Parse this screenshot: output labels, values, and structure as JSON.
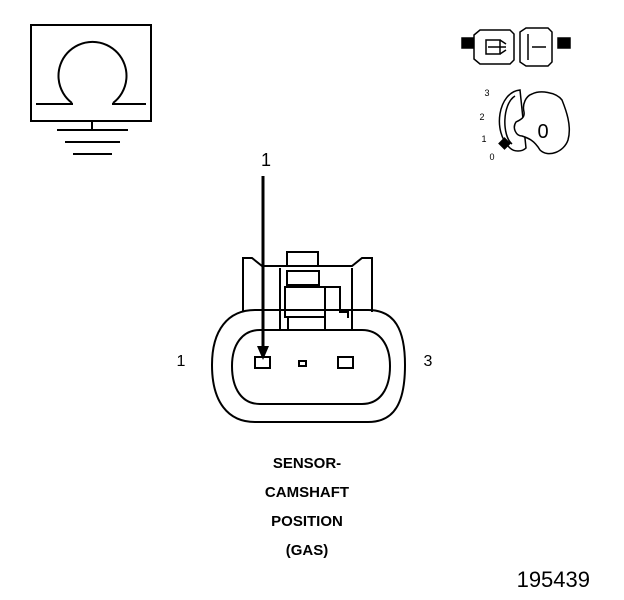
{
  "diagram": {
    "callout_number": "1",
    "pin_left_label": "1",
    "pin_right_label": "3",
    "caption": [
      "SENSOR-",
      "CAMSHAFT",
      "POSITION",
      "(GAS)"
    ],
    "figure_number": "195439",
    "ignition_positions": [
      "3",
      "2",
      "1",
      "0"
    ],
    "ignition_key_label": "0",
    "icons": [
      "ohmmeter-ground-icon",
      "connector-disconnected-icon",
      "ignition-switch-off-icon"
    ]
  }
}
